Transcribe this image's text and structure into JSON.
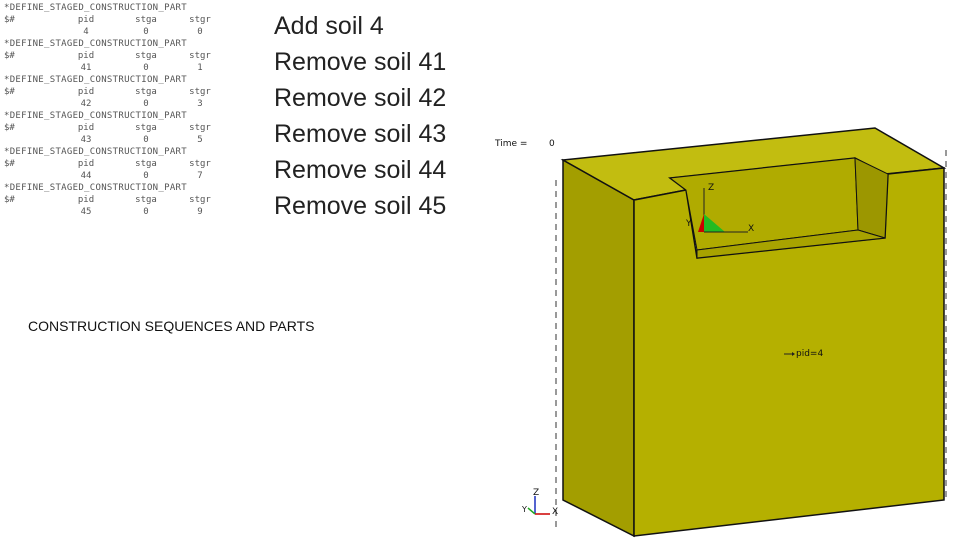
{
  "keyword_blocks": [
    {
      "keyword": "*DEFINE_STAGED_CONSTRUCTION_PART",
      "comment": "$#",
      "headers": [
        "pid",
        "stga",
        "stgr"
      ],
      "values": [
        "4",
        "0",
        "0"
      ]
    },
    {
      "keyword": "*DEFINE_STAGED_CONSTRUCTION_PART",
      "comment": "$#",
      "headers": [
        "pid",
        "stga",
        "stgr"
      ],
      "values": [
        "41",
        "0",
        "1"
      ]
    },
    {
      "keyword": "*DEFINE_STAGED_CONSTRUCTION_PART",
      "comment": "$#",
      "headers": [
        "pid",
        "stga",
        "stgr"
      ],
      "values": [
        "42",
        "0",
        "3"
      ]
    },
    {
      "keyword": "*DEFINE_STAGED_CONSTRUCTION_PART",
      "comment": "$#",
      "headers": [
        "pid",
        "stga",
        "stgr"
      ],
      "values": [
        "43",
        "0",
        "5"
      ]
    },
    {
      "keyword": "*DEFINE_STAGED_CONSTRUCTION_PART",
      "comment": "$#",
      "headers": [
        "pid",
        "stga",
        "stgr"
      ],
      "values": [
        "44",
        "0",
        "7"
      ]
    },
    {
      "keyword": "*DEFINE_STAGED_CONSTRUCTION_PART",
      "comment": "$#",
      "headers": [
        "pid",
        "stga",
        "stgr"
      ],
      "values": [
        "45",
        "0",
        "9"
      ]
    }
  ],
  "steps": [
    "Add soil 4",
    "Remove soil 41",
    "Remove soil 42",
    "Remove soil 43",
    "Remove soil 44",
    "Remove soil 45"
  ],
  "section_title": "CONSTRUCTION SEQUENCES AND PARTS",
  "viewer": {
    "time_label": "Time =",
    "time_value": "0",
    "part_label": "pid=4",
    "triad_local": {
      "z": "Z",
      "y": "Y",
      "x": "X"
    },
    "triad_global": {
      "z": "Z",
      "y": "Y",
      "x": "X"
    },
    "colors": {
      "soil": "#b5b000",
      "soil_dark": "#9a9500",
      "soil_top": "#c8c41a",
      "edge": "#111111"
    }
  }
}
